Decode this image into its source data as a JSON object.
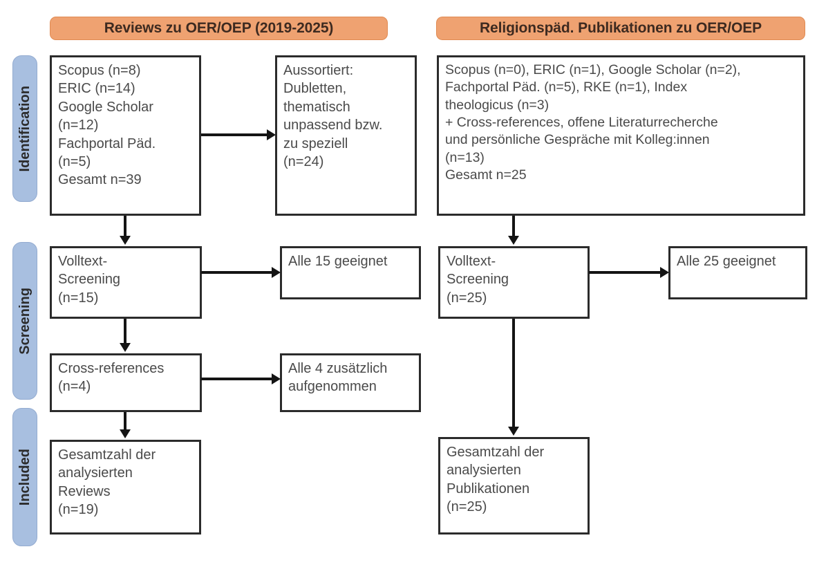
{
  "figure": {
    "type": "prisma-flow-diagram",
    "language": "de"
  },
  "headers": [
    {
      "id": "left",
      "label": "Reviews zu OER/OEP (2019-2025)"
    },
    {
      "id": "right",
      "label": "Religionspäd. Publikationen zu OER/OEP"
    }
  ],
  "phases": [
    {
      "id": "identification",
      "label": "Identification"
    },
    {
      "id": "screening",
      "label": "Screening"
    },
    {
      "id": "included",
      "label": "Included"
    }
  ],
  "boxes": {
    "left_identification": "Scopus (n=8)\nERIC (n=14)\nGoogle Scholar\n(n=12)\nFachportal Päd.\n(n=5)\nGesamt n=39",
    "left_excluded": "Aussortiert:\nDubletten,\nthematisch\nunpassend bzw.\nzu speziell\n(n=24)",
    "left_screening": "Volltext-\nScreening\n(n=15)",
    "left_screening_result": "Alle 15 geeignet",
    "left_crossrefs": "Cross-references\n(n=4)",
    "left_crossrefs_result": "Alle 4 zusätzlich\naufgenommen",
    "left_included": "Gesamtzahl der\nanalysierten\nReviews\n(n=19)",
    "right_identification": "Scopus (n=0), ERIC (n=1), Google Scholar (n=2),\nFachportal Päd. (n=5), RKE (n=1), Index\ntheologicus (n=3)\n+ Cross-references, offene Literaturrecherche\nund persönliche Gespräche mit Kolleg:innen\n(n=13)\nGesamt n=25",
    "right_screening": "Volltext-\nScreening\n(n=25)",
    "right_screening_result": "Alle 25 geeignet",
    "right_included": "Gesamtzahl der\nanalysierten\nPublikationen\n(n=25)"
  },
  "colors": {
    "header_fill": "#efa271",
    "phase_fill": "#a8bfe0",
    "box_border": "#2b2b2b",
    "connector": "#141414",
    "text": "#4a4a4a"
  }
}
